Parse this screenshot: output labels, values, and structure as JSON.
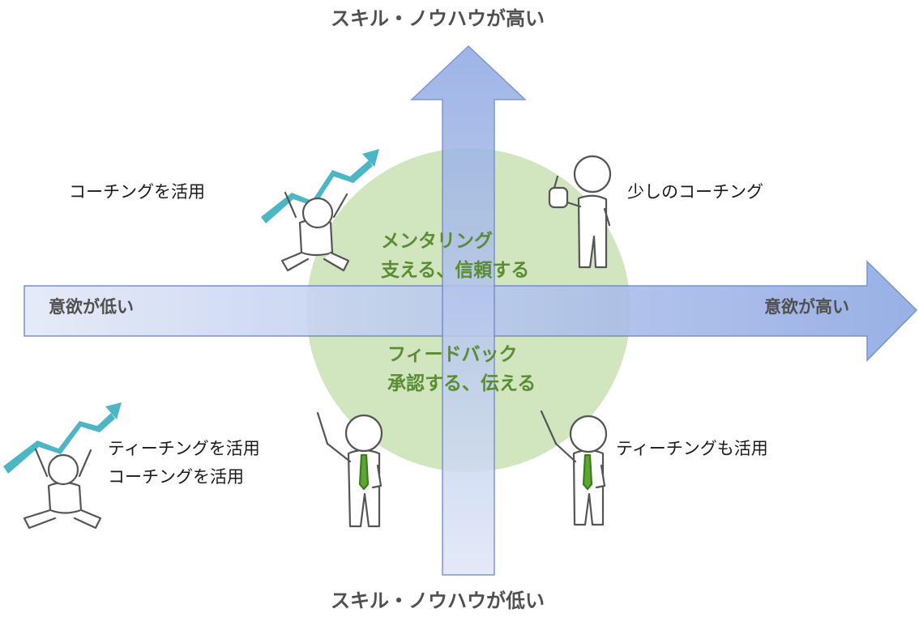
{
  "diagram": {
    "vertical_axis": {
      "top_label": "スキル・ノウハウが高い",
      "bottom_label": "スキル・ノウハウが低い"
    },
    "horizontal_axis": {
      "left_label": "意欲が低い",
      "right_label": "意欲が高い"
    },
    "center": {
      "upper_line1": "メンタリング",
      "upper_line2": "支える、信頼する",
      "lower_line1": "フィードバック",
      "lower_line2": "承認する、伝える"
    },
    "quadrants": {
      "top_left": "コーチングを活用",
      "top_right": "少しのコーチング",
      "bottom_left_line1": "ティーチングを活用",
      "bottom_left_line2": "コーチングを活用",
      "bottom_right": "ティーチングも活用"
    }
  },
  "colors": {
    "arrow_start": "#dfe6f7",
    "arrow_end": "#8ea8e3",
    "arrow_stroke": "#6a84c8",
    "circle": "#c9e0b4",
    "center_text": "#5a8c32",
    "trend_arrow": "#4cb6c4",
    "tie": "#5aa832"
  }
}
